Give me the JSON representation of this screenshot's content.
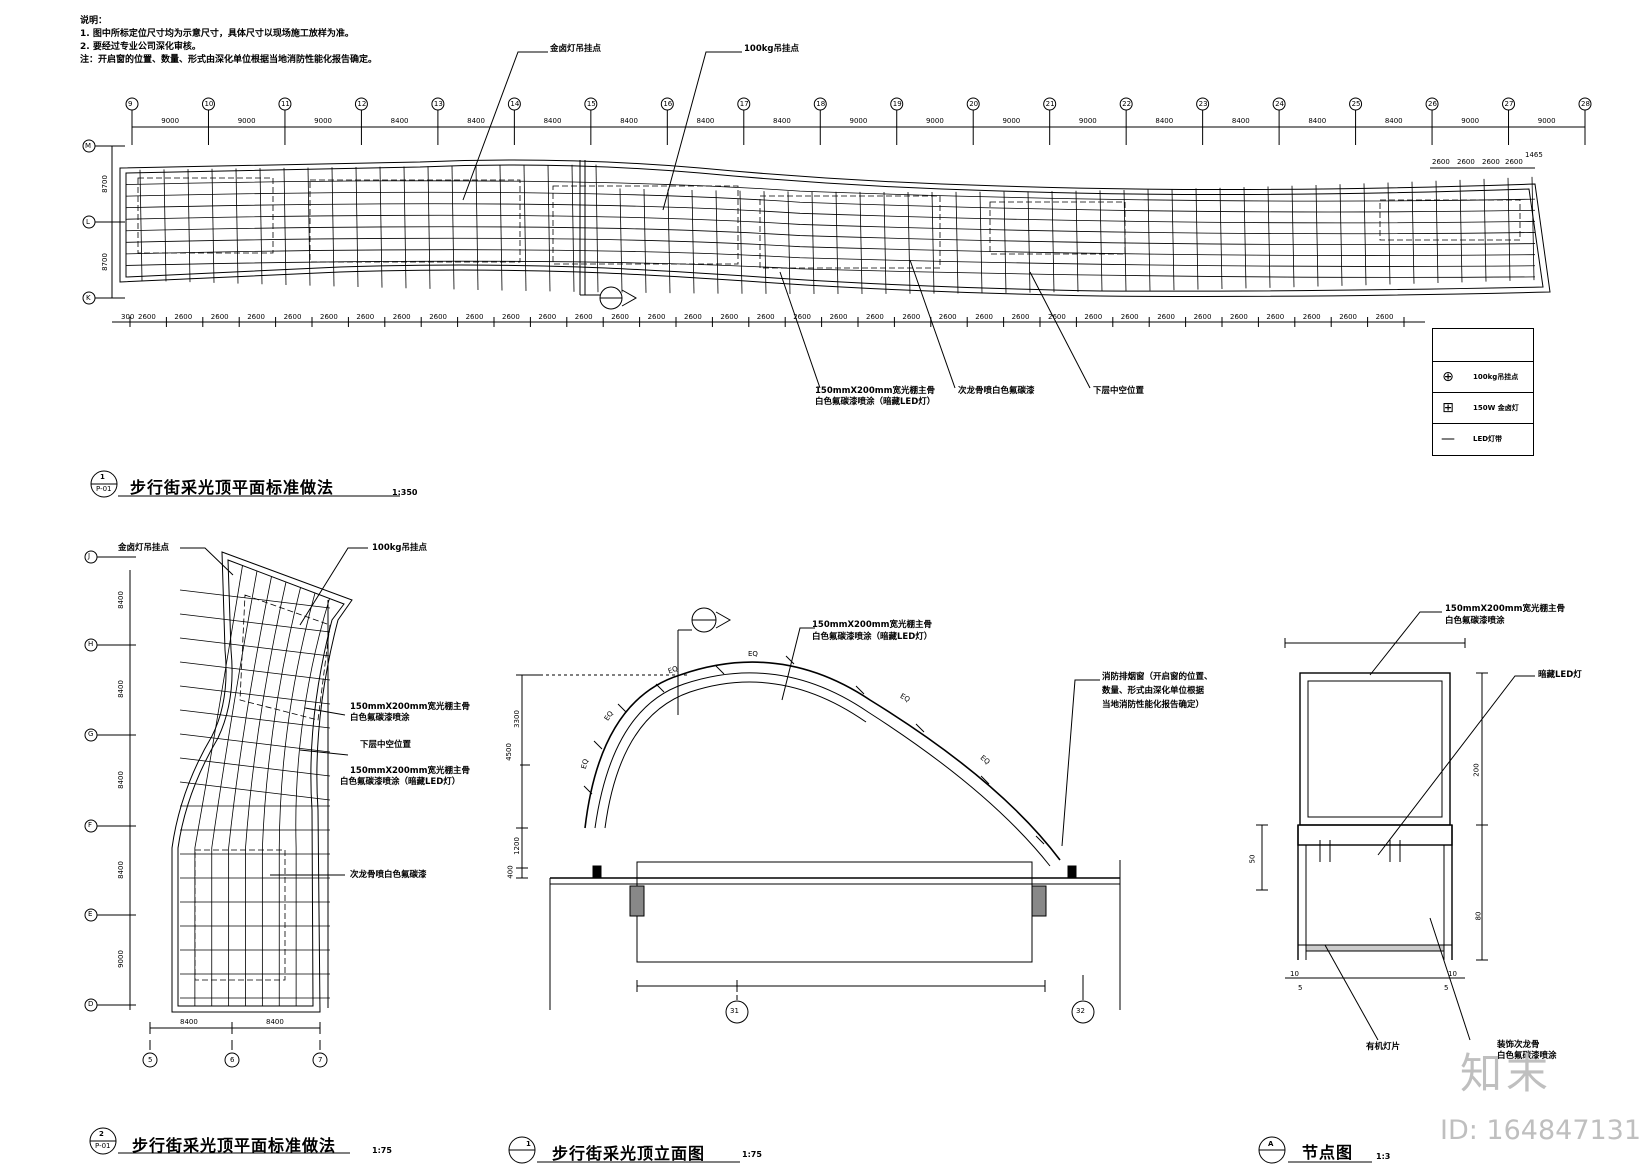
{
  "notes": {
    "heading": "说明：",
    "line1": "1. 图中所标定位尺寸均为示意尺寸，具体尺寸以现场施工放样为准。",
    "line2": "2. 要经过专业公司深化审核。",
    "line3": "注：开启窗的位置、数量、形式由深化单位根据当地消防性能化报告确定。"
  },
  "plan1": {
    "grid_top": [
      "9",
      "10",
      "11",
      "12",
      "13",
      "14",
      "15",
      "16",
      "17",
      "18",
      "19",
      "20",
      "21",
      "22",
      "23",
      "24",
      "25",
      "26",
      "27",
      "28"
    ],
    "spans_top": [
      "9000",
      "9000",
      "9000",
      "8400",
      "8400",
      "8400",
      "8400",
      "8400",
      "8400",
      "9000",
      "9000",
      "9000",
      "9000",
      "8400",
      "8400",
      "8400",
      "8400",
      "9000",
      "9000"
    ],
    "grid_left": [
      "M",
      "L",
      "K"
    ],
    "left_dims": [
      "8700",
      "8700"
    ],
    "bottom_first": "300",
    "bottom_rep": "2600",
    "right_dims": [
      "2600",
      "2600",
      "2600",
      "2600",
      "1465"
    ],
    "lbl_metal_halide": "金卤灯吊挂点",
    "lbl_100kg": "100kg吊挂点",
    "lbl_main_keel1": "150mmX200mm宽光棚主骨",
    "lbl_main_keel2": "白色氟碳漆喷涂（暗藏LED灯）",
    "lbl_secondary": "次龙骨喷白色氟碳漆",
    "lbl_void": "下层中空位置",
    "title_num": "1",
    "title_sub": "P-01",
    "title": "步行街采光顶平面标准做法",
    "scale": "1:350"
  },
  "legend": {
    "sym1": "⊕",
    "txt1": "100kg吊挂点",
    "sym2": "⊞",
    "txt2": "150W 金卤灯",
    "sym3": "—",
    "txt3": "LED灯带"
  },
  "plan2": {
    "grid_left": [
      "J",
      "H",
      "G",
      "F",
      "E",
      "D"
    ],
    "spans_left": [
      "8400",
      "8400",
      "8400",
      "8400",
      "9000"
    ],
    "grid_bottom": [
      "5",
      "6",
      "7"
    ],
    "spans_bottom": [
      "8400",
      "8400"
    ],
    "lbl_metal_halide": "金卤灯吊挂点",
    "lbl_100kg": "100kg吊挂点",
    "lbl_main_keel_a1": "150mmX200mm宽光棚主骨",
    "lbl_main_keel_a2": "白色氟碳漆喷涂",
    "lbl_void": "下层中空位置",
    "lbl_main_keel_b1": "150mmX200mm宽光棚主骨",
    "lbl_main_keel_b2": "白色氟碳漆喷涂（暗藏LED灯）",
    "lbl_secondary": "次龙骨喷白色氟碳漆",
    "title_num": "2",
    "title_sub": "P-01",
    "title": "步行街采光顶平面标准做法",
    "scale": "1:75"
  },
  "elevation": {
    "lbl_main1": "150mmX200mm宽光棚主骨",
    "lbl_main2": "白色氟碳漆喷涂（暗藏LED灯）",
    "lbl_smoke1": "消防排烟窗（开启窗的位置、",
    "lbl_smoke2": "数量、形式由深化单位根据",
    "lbl_smoke3": "当地消防性能化报告确定）",
    "dims_left": [
      "4500",
      "3300",
      "1200",
      "400"
    ],
    "eq": "EQ",
    "grid": [
      "31",
      "32"
    ],
    "title_num": "1",
    "title": "步行街采光顶立面图",
    "scale": "1:75"
  },
  "node": {
    "lbl_main1": "150mmX200mm宽光棚主骨",
    "lbl_main2": "白色氟碳漆喷涂",
    "lbl_led": "暗藏LED灯",
    "lbl_organic": "有机灯片",
    "lbl_deco1": "装饰次龙骨",
    "lbl_deco2": "白色氟碳漆喷涂",
    "dims": [
      "200",
      "50",
      "80",
      "10",
      "10",
      "5",
      "5"
    ],
    "title_num": "A",
    "title": "节点图",
    "scale": "1:3"
  },
  "watermark": {
    "logo": "知末",
    "id": "ID: 164847131"
  }
}
